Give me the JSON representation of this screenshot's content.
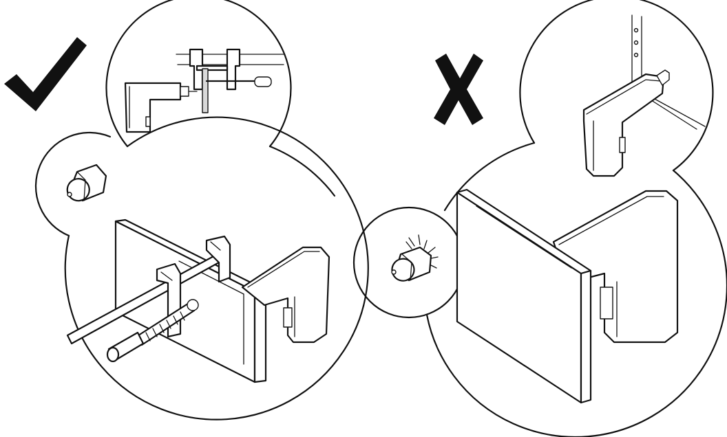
{
  "panels": [
    {
      "id": "correct",
      "verdict": "correct",
      "mark_icon": "checkmark-icon"
    },
    {
      "id": "incorrect",
      "verdict": "incorrect",
      "mark_icon": "cross-icon"
    }
  ],
  "colors": {
    "line": "#111111",
    "background": "#ffffff",
    "shade": "#d9d9d9"
  }
}
